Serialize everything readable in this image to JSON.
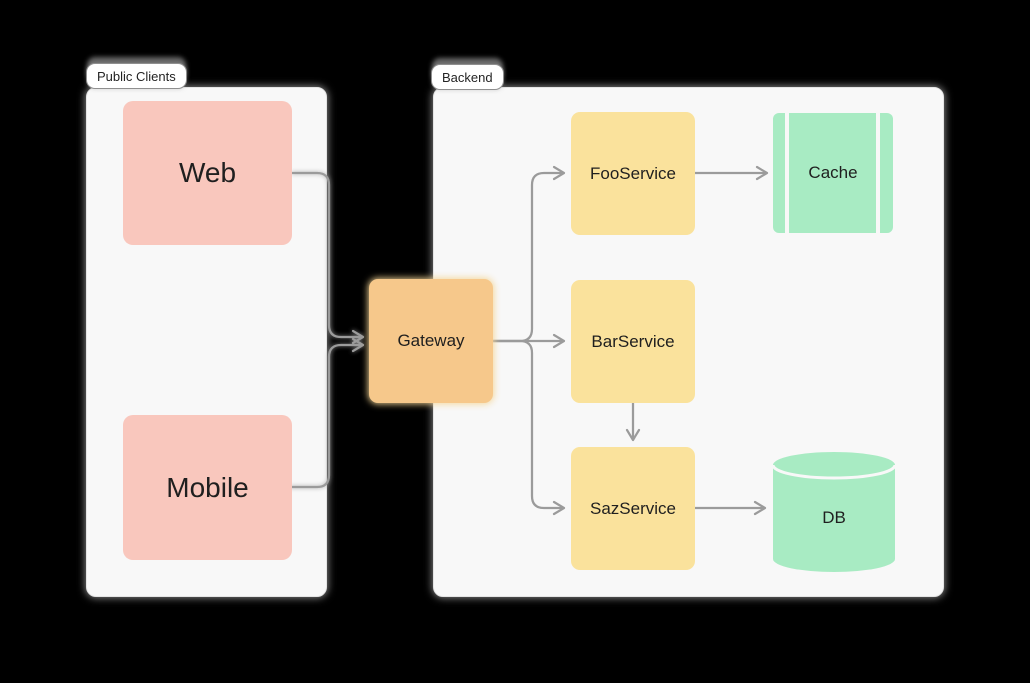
{
  "diagram_type": "flowchart",
  "groups": [
    {
      "id": "public-clients",
      "label": "Public Clients"
    },
    {
      "id": "backend",
      "label": "Backend"
    }
  ],
  "nodes": [
    {
      "id": "web",
      "label": "Web",
      "shape": "rounded-rect",
      "fill": "#f9c7bd",
      "group": "public-clients"
    },
    {
      "id": "mobile",
      "label": "Mobile",
      "shape": "rounded-rect",
      "fill": "#f9c7bd",
      "group": "public-clients"
    },
    {
      "id": "gateway",
      "label": "Gateway",
      "shape": "rounded-rect",
      "fill": "#f6c88b",
      "group": null
    },
    {
      "id": "fooservice",
      "label": "FooService",
      "shape": "rounded-rect",
      "fill": "#fae29c",
      "group": "backend"
    },
    {
      "id": "barservice",
      "label": "BarService",
      "shape": "rounded-rect",
      "fill": "#fae29c",
      "group": "backend"
    },
    {
      "id": "sazservice",
      "label": "SazService",
      "shape": "rounded-rect",
      "fill": "#fae29c",
      "group": "backend"
    },
    {
      "id": "cache",
      "label": "Cache",
      "shape": "subroutine",
      "fill": "#a8ebc3",
      "group": "backend"
    },
    {
      "id": "db",
      "label": "DB",
      "shape": "cylinder",
      "fill": "#a8ebc3",
      "group": "backend"
    }
  ],
  "edges": [
    {
      "from": "Web",
      "to": "Gateway"
    },
    {
      "from": "Mobile",
      "to": "Gateway"
    },
    {
      "from": "Gateway",
      "to": "FooService"
    },
    {
      "from": "Gateway",
      "to": "BarService"
    },
    {
      "from": "Gateway",
      "to": "SazService"
    },
    {
      "from": "FooService",
      "to": "Cache"
    },
    {
      "from": "BarService",
      "to": "SazService"
    },
    {
      "from": "SazService",
      "to": "DB"
    }
  ],
  "colors": {
    "background": "#000000",
    "container_fill": "#f8f8f8",
    "edge_stroke": "#9b9b9b",
    "node_text": "#1f1f1f",
    "client_pink": "#f9c7bd",
    "gateway_orange": "#f6c88b",
    "service_yellow": "#fae29c",
    "storage_green": "#a8ebc3"
  }
}
